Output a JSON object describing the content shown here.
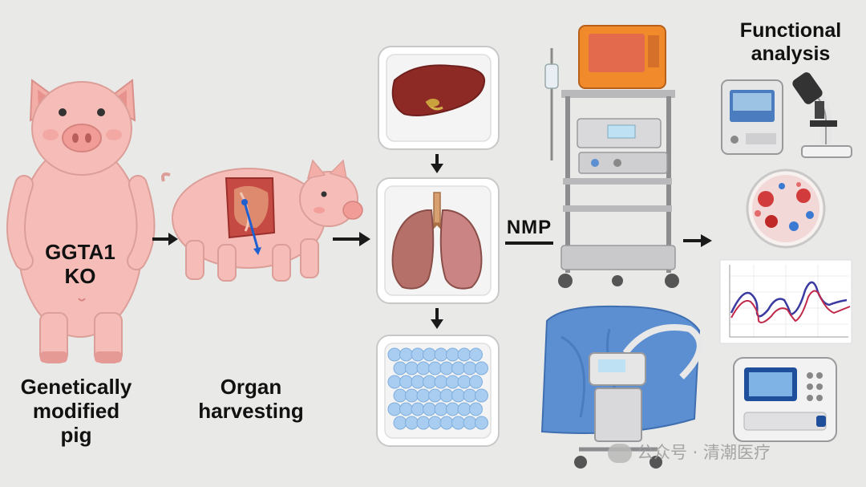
{
  "labels": {
    "pig_gene_line1": "GGTA1",
    "pig_gene_line2": "KO",
    "pig_caption_line1": "Genetically",
    "pig_caption_line2": "modified",
    "pig_caption_line3": "pig",
    "harvest_line1": "Organ",
    "harvest_line2": "harvesting",
    "nmp": "NMP",
    "functional_line1": "Functional",
    "functional_line2": "analysis"
  },
  "watermark": "公众号 · 清潮医疗",
  "icons": [
    "pig-icon",
    "dissected-pig-icon",
    "liver-tray-icon",
    "lungs-tray-icon",
    "cells-tray-icon",
    "perfusion-machine-icon",
    "ventilator-icon",
    "monitor-device-icon",
    "microscope-icon",
    "petri-dish-icon",
    "line-graph-icon",
    "analyzer-icon",
    "arrow-icon"
  ],
  "colors": {
    "background": "#e9e9e7",
    "pig": "#f6bdb8",
    "arrow": "#1a1a1a",
    "drape": "#5b8fd1",
    "liver": "#8e2a26",
    "lungs": "#b5706a"
  }
}
